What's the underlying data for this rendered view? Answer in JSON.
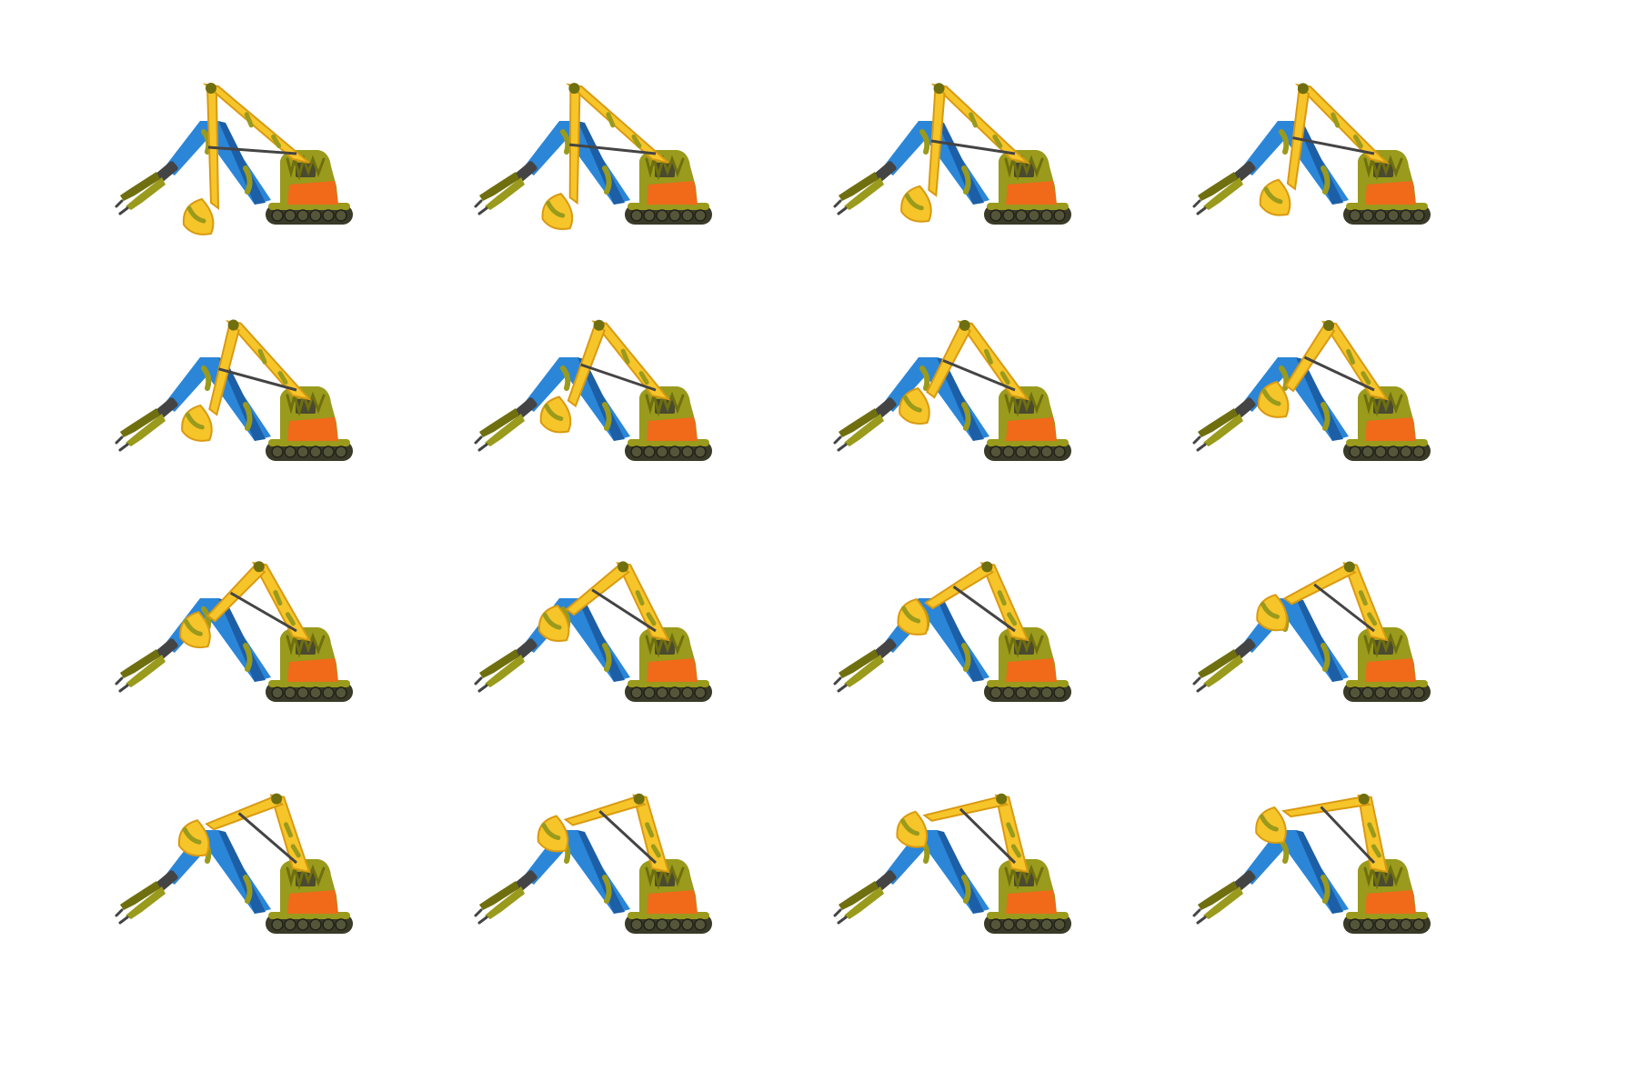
{
  "sprite_sheet": {
    "subject": "excavator-with-grapple",
    "rows": 4,
    "columns": 4,
    "frame_count": 16,
    "colors": {
      "background": "#ffffff",
      "yellow": "#f6c52a",
      "yellow_shadow": "#d99a12",
      "blue": "#2b86d8",
      "blue_shadow": "#1c5fa6",
      "olive": "#9a9a1c",
      "olive_dark": "#6f6f10",
      "orange": "#f06a1a",
      "track": "#3a3a28",
      "steel": "#444444"
    },
    "frames": [
      {
        "index": 1,
        "blue_boom_lift": 0.0,
        "yellow_boom_lift": 0.0
      },
      {
        "index": 2,
        "blue_boom_lift": 0.0,
        "yellow_boom_lift": 0.05
      },
      {
        "index": 3,
        "blue_boom_lift": 0.0,
        "yellow_boom_lift": 0.12
      },
      {
        "index": 4,
        "blue_boom_lift": 0.0,
        "yellow_boom_lift": 0.18
      },
      {
        "index": 5,
        "blue_boom_lift": 0.0,
        "yellow_boom_lift": 0.28
      },
      {
        "index": 6,
        "blue_boom_lift": 0.0,
        "yellow_boom_lift": 0.36
      },
      {
        "index": 7,
        "blue_boom_lift": 0.0,
        "yellow_boom_lift": 0.44
      },
      {
        "index": 8,
        "blue_boom_lift": 0.0,
        "yellow_boom_lift": 0.5
      },
      {
        "index": 9,
        "blue_boom_lift": 0.0,
        "yellow_boom_lift": 0.6
      },
      {
        "index": 10,
        "blue_boom_lift": 0.0,
        "yellow_boom_lift": 0.66
      },
      {
        "index": 11,
        "blue_boom_lift": 0.0,
        "yellow_boom_lift": 0.72
      },
      {
        "index": 12,
        "blue_boom_lift": 0.0,
        "yellow_boom_lift": 0.76
      },
      {
        "index": 13,
        "blue_boom_lift": 0.0,
        "yellow_boom_lift": 0.82
      },
      {
        "index": 14,
        "blue_boom_lift": 0.0,
        "yellow_boom_lift": 0.86
      },
      {
        "index": 15,
        "blue_boom_lift": 0.0,
        "yellow_boom_lift": 0.9
      },
      {
        "index": 16,
        "blue_boom_lift": 0.0,
        "yellow_boom_lift": 0.94
      }
    ]
  }
}
